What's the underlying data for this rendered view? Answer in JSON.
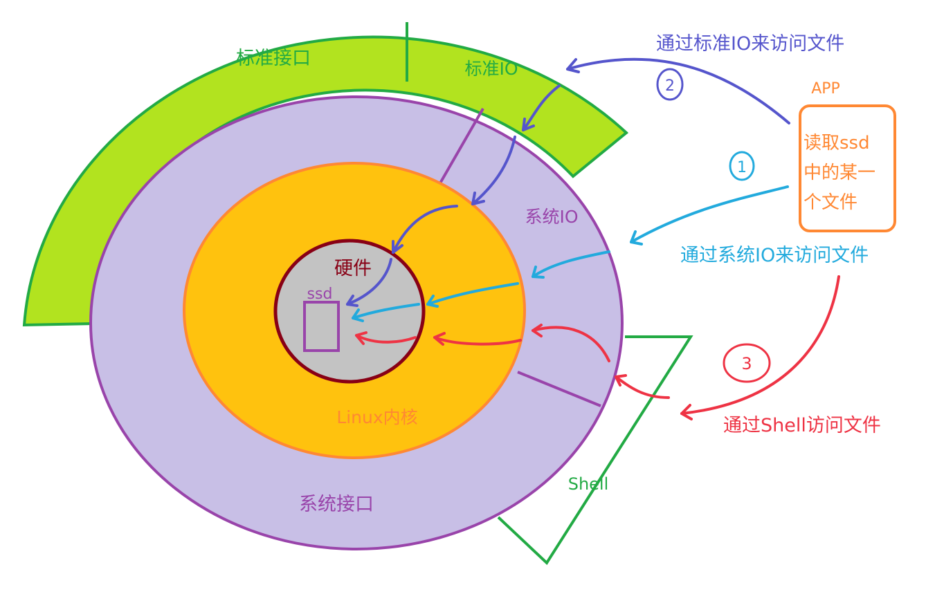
{
  "layers": {
    "standard_interface": "标准接口",
    "standard_io": "标准IO",
    "system_io": "系统IO",
    "system_interface": "系统接口",
    "kernel": "Linux内核",
    "hardware": "硬件",
    "ssd": "ssd",
    "shell": "Shell"
  },
  "app": {
    "title": "APP",
    "box_lines": [
      "读取ssd",
      "中的某一",
      "个文件"
    ]
  },
  "paths": {
    "via_standard_io": {
      "label": "通过标准IO来访问文件",
      "step": "2",
      "color": "#5555cc"
    },
    "via_system_io": {
      "label": "通过系统IO来访问文件",
      "step": "1",
      "color": "#22aadd"
    },
    "via_shell": {
      "label": "通过Shell访问文件",
      "step": "3",
      "color": "#ee3344"
    }
  },
  "colors": {
    "green_layer": "#b2e31f",
    "green_stroke": "#22aa44",
    "purple_layer": "#c8bfe6",
    "purple_stroke": "#9944aa",
    "kernel_fill": "#ffc20e",
    "kernel_stroke": "#ff8833",
    "hardware_fill": "#c3c3c3",
    "hardware_stroke": "#880015",
    "app_orange": "#ff8833"
  }
}
